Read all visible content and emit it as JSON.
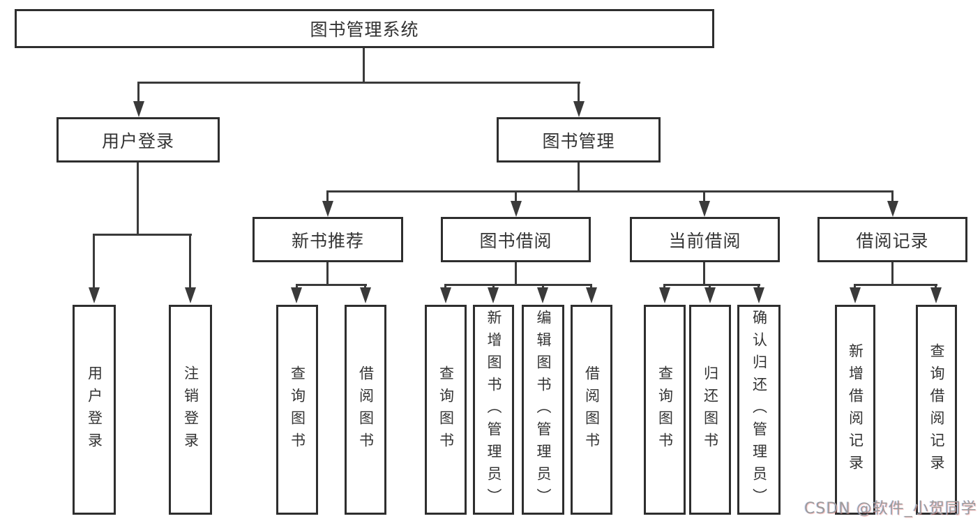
{
  "root": {
    "label": "图书管理系统"
  },
  "branches": [
    {
      "label": "用户登录",
      "children": [
        {
          "label": "用户登录"
        },
        {
          "label": "注销登录"
        }
      ]
    },
    {
      "label": "图书管理",
      "children": [
        {
          "label": "新书推荐",
          "children": [
            {
              "label": "查询图书"
            },
            {
              "label": "借阅图书"
            }
          ]
        },
        {
          "label": "图书借阅",
          "children": [
            {
              "label": "查询图书"
            },
            {
              "label": "新增图书（管理员）"
            },
            {
              "label": "编辑图书（管理员）"
            },
            {
              "label": "借阅图书"
            }
          ]
        },
        {
          "label": "当前借阅",
          "children": [
            {
              "label": "查询图书"
            },
            {
              "label": "归还图书"
            },
            {
              "label": "确认归还（管理员）"
            }
          ]
        },
        {
          "label": "借阅记录",
          "children": [
            {
              "label": "新增借阅记录"
            },
            {
              "label": "查询借阅记录"
            }
          ]
        }
      ]
    }
  ],
  "watermark": {
    "text": "CSDN @软件_小贺同学"
  },
  "colors": {
    "line": "#3a3a3a",
    "box_border": "#2e2e2e",
    "text": "#333333",
    "watermark": "#9b9b9b"
  }
}
